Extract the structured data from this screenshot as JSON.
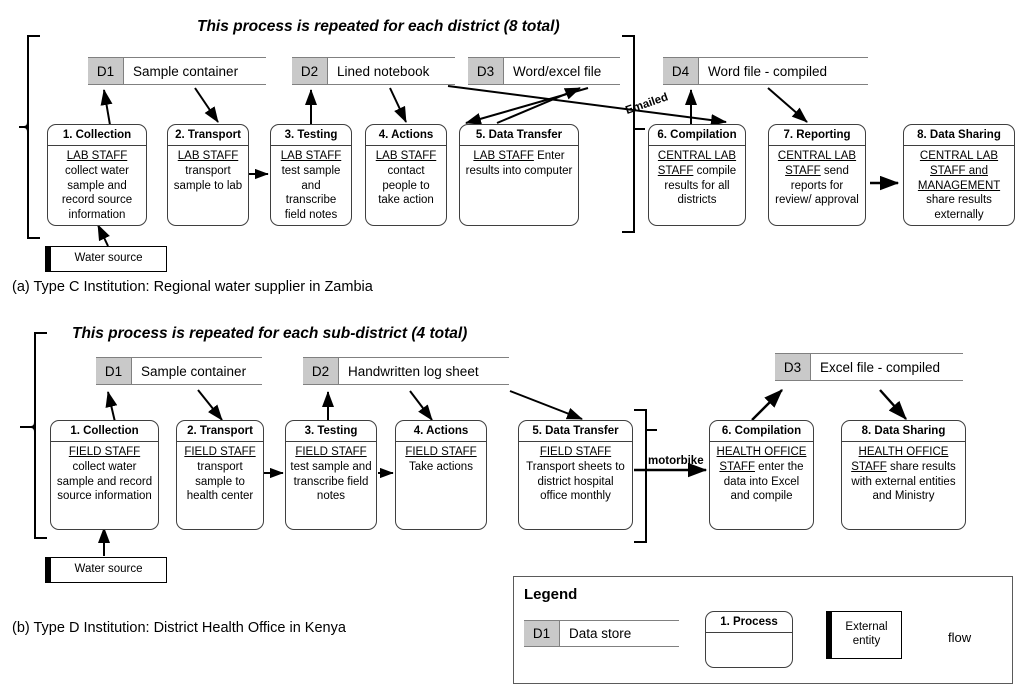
{
  "diagram": {
    "title_a": "(a) Type C Institution: Regional water supplier in Zambia",
    "title_b": "(b) Type D Institution: District Health Office in Kenya",
    "colors": {
      "datastore_key_fill": "#c9c9c9",
      "datastore_border": "#808080",
      "process_border": "#3f3f3f",
      "line": "#000000"
    }
  },
  "row_a": {
    "repeat_note": "This process is repeated for each district (8 total)",
    "datastores": [
      {
        "key": "D1",
        "label": "Sample container"
      },
      {
        "key": "D2",
        "label": "Lined notebook"
      },
      {
        "key": "D3",
        "label": "Word/excel file"
      },
      {
        "key": "D4",
        "label": "Word file - compiled"
      }
    ],
    "processes": [
      {
        "title": "1. Collection",
        "actor": "LAB STAFF",
        "body": "collect water sample and record source information"
      },
      {
        "title": "2. Transport",
        "actor": "LAB STAFF",
        "body": "transport sample to lab"
      },
      {
        "title": "3. Testing",
        "actor": "LAB STAFF",
        "body": "test sample and transcribe field notes"
      },
      {
        "title": "4. Actions",
        "actor": "LAB STAFF",
        "body": "contact people to take action"
      },
      {
        "title": "5. Data Transfer",
        "actor": "LAB STAFF",
        "body": "Enter results into computer"
      },
      {
        "title": "6. Compilation",
        "actor": "CENTRAL LAB STAFF",
        "body": " compile results for all districts"
      },
      {
        "title": "7. Reporting",
        "actor": "CENTRAL LAB STAFF",
        "body": " send reports for review/ approval"
      },
      {
        "title": "8. Data Sharing",
        "actor": "CENTRAL LAB STAFF and MANAGEMENT",
        "body": "share results externally"
      }
    ],
    "external_entity": "Water source",
    "flow_labels": [
      "Emailed"
    ]
  },
  "row_b": {
    "repeat_note": "This process is repeated for each sub-district (4 total)",
    "datastores": [
      {
        "key": "D1",
        "label": "Sample container"
      },
      {
        "key": "D2",
        "label": "Handwritten log sheet"
      },
      {
        "key": "D3",
        "label": "Excel file - compiled"
      }
    ],
    "processes": [
      {
        "title": "1. Collection",
        "actor": "FIELD STAFF",
        "body": "collect water sample and record source information"
      },
      {
        "title": "2. Transport",
        "actor": "FIELD STAFF",
        "body": "transport sample to health center"
      },
      {
        "title": "3. Testing",
        "actor": "FIELD STAFF",
        "body": "test sample and transcribe field notes"
      },
      {
        "title": "4. Actions",
        "actor": "FIELD STAFF",
        "body": "Take actions"
      },
      {
        "title": "5. Data Transfer",
        "actor": "FIELD STAFF",
        "body": "Transport sheets to district hospital office monthly"
      },
      {
        "title": "6. Compilation",
        "actor": "HEALTH OFFICE STAFF",
        "body": " enter the data into Excel and compile"
      },
      {
        "title": "8. Data Sharing",
        "actor": "HEALTH OFFICE STAFF",
        "body": "share results with external entities and Ministry"
      }
    ],
    "external_entity": "Water source",
    "flow_labels": [
      "motorbike"
    ]
  },
  "legend": {
    "title": "Legend",
    "datastore": {
      "key": "D1",
      "label": "Data store"
    },
    "process": {
      "title": "1. Process"
    },
    "external_entity": "External entity",
    "flow": "flow"
  }
}
